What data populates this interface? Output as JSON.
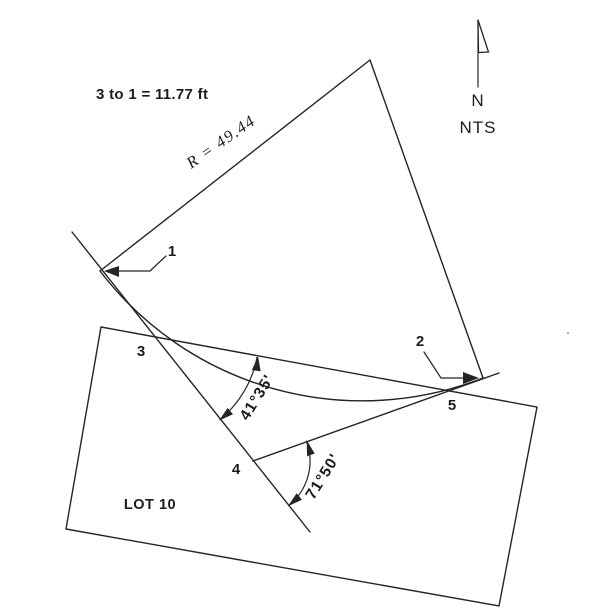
{
  "diagram": {
    "note": "3 to 1 = 11.77 ft",
    "radius_label": "R = 49.44",
    "lot_label": "LOT 10",
    "angle_at_point_3": "41°35'",
    "angle_at_point_4": "71°50'",
    "north": {
      "letter": "N",
      "scale_note": "NTS"
    },
    "point_labels": {
      "p1": "1",
      "p2": "2",
      "p3": "3",
      "p4": "4",
      "p5": "5"
    },
    "colors": {
      "line": "#242424",
      "background": "#ffffff"
    }
  }
}
